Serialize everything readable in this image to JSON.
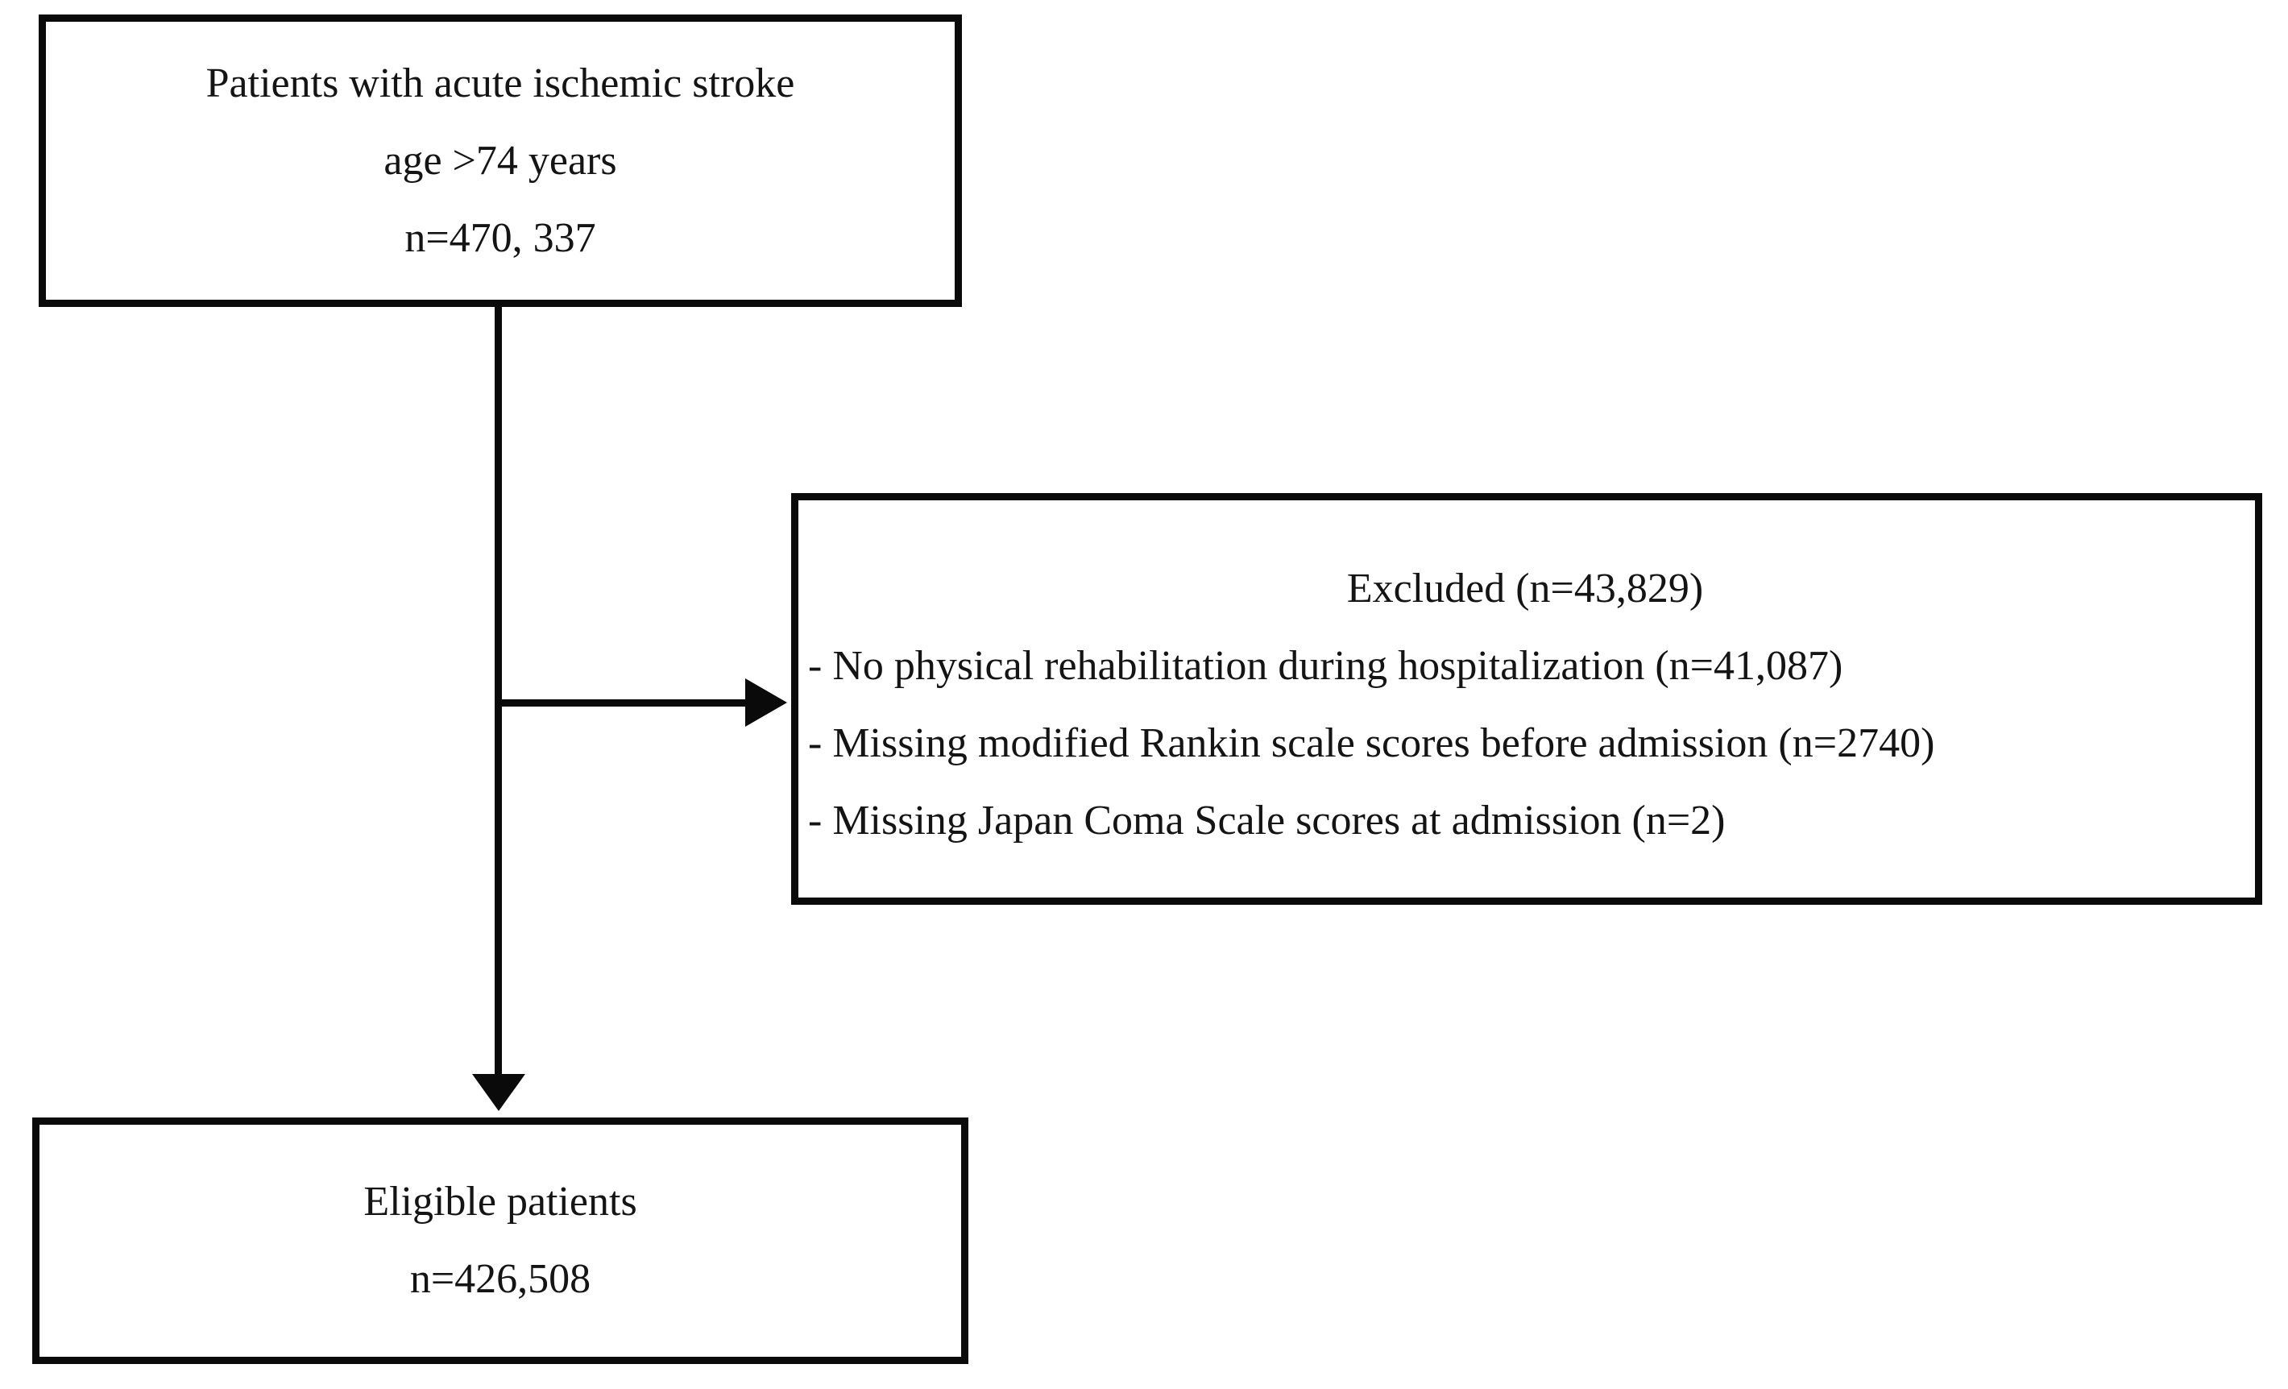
{
  "diagram": {
    "type": "patient-flow-chart",
    "colors": {
      "line": "#0a0a0a",
      "text": "#141414",
      "bg": "#ffffff"
    },
    "nodes": {
      "top_box": {
        "lines": [
          "Patients with acute ischemic stroke",
          "age >74 years",
          "n=470, 337"
        ]
      },
      "excluded_box": {
        "title": "Excluded (n=43,829)",
        "items": [
          "- No physical rehabilitation during hospitalization (n=41,087)",
          "- Missing modified Rankin scale scores before admission (n=2740)",
          "- Missing Japan Coma Scale scores at admission (n=2)"
        ]
      },
      "bottom_box": {
        "lines": [
          "Eligible patients",
          "n=426,508"
        ]
      }
    },
    "edges": [
      {
        "from": "top_box",
        "to": "bottom_box",
        "style": "vertical-arrow"
      },
      {
        "from": "top_box",
        "to": "excluded_box",
        "style": "horizontal-branch-arrow"
      }
    ]
  }
}
